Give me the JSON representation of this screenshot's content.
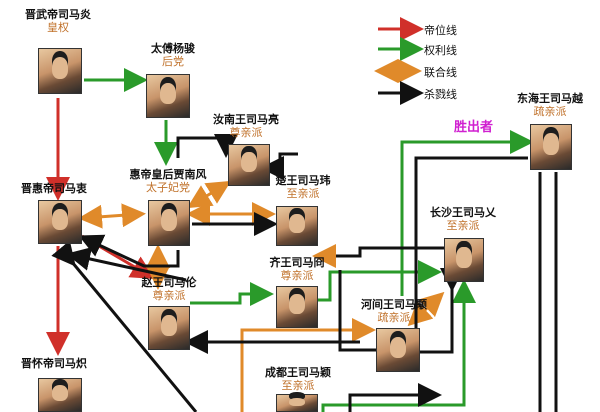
{
  "legend": [
    {
      "label": "帝位线",
      "color": "#d0302a"
    },
    {
      "label": "权利线",
      "color": "#2a9a2a"
    },
    {
      "label": "联合线",
      "color": "#e08a2a"
    },
    {
      "label": "杀戮线",
      "color": "#111111"
    }
  ],
  "winner_label": "胜出者",
  "people": {
    "sima_yan": {
      "name": "晋武帝司马炎",
      "faction": "皇权"
    },
    "yang_jun": {
      "name": "太傅杨骏",
      "faction": "后党"
    },
    "sima_liang": {
      "name": "汝南王司马亮",
      "faction": "尊亲派"
    },
    "jia_nanfeng": {
      "name": "惠帝皇后贾南风",
      "faction": "太子妃党"
    },
    "sima_wei": {
      "name": "楚王司马玮",
      "faction": "至亲派"
    },
    "sima_zhong": {
      "name": "晋惠帝司马衷",
      "faction": ""
    },
    "sima_yue": {
      "name": "东海王司马越",
      "faction": "疏亲派"
    },
    "sima_ai": {
      "name": "长沙王司马乂",
      "faction": "至亲派"
    },
    "sima_jiong": {
      "name": "齐王司马冏",
      "faction": "尊亲派"
    },
    "sima_lun": {
      "name": "赵王司马伦",
      "faction": "尊亲派"
    },
    "sima_yong": {
      "name": "河间王司马颙",
      "faction": "疏亲派"
    },
    "sima_chi": {
      "name": "晋怀帝司马炽",
      "faction": ""
    },
    "sima_ying": {
      "name": "成都王司马颖",
      "faction": "至亲派"
    }
  }
}
